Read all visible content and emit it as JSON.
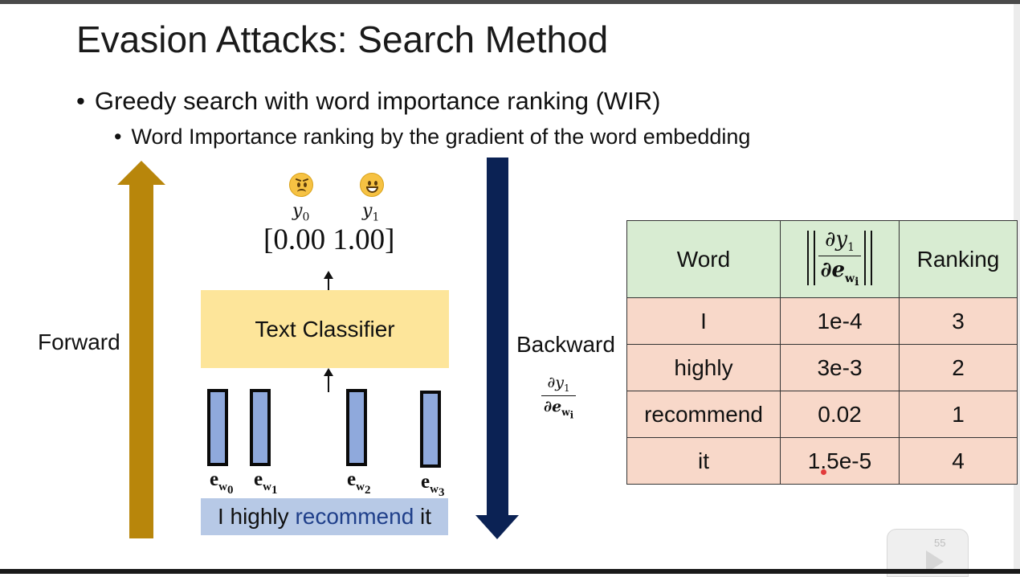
{
  "slide": {
    "title": "Evasion Attacks: Search Method",
    "bullet_1": "Greedy search with word importance ranking (WIR)",
    "bullet_2": "Word Importance ranking by the gradient of the word embedding",
    "bullet_symbol": "•",
    "page_number": "55"
  },
  "diagram": {
    "forward_label": "Forward",
    "backward_label": "Backward",
    "forward_arrow_color": "#b8860b",
    "backward_arrow_color": "#0b2254",
    "emoji_left": "angry-face",
    "emoji_right": "grinning-face",
    "y_label_left": "y",
    "y_sub_left": "0",
    "y_label_right": "y",
    "y_sub_right": "1",
    "probabilities": "[0.00 1.00]",
    "classifier_label": "Text Classifier",
    "embedding_labels": [
      {
        "base": "e",
        "sub": "w",
        "subsub": "0"
      },
      {
        "base": "e",
        "sub": "w",
        "subsub": "1"
      },
      {
        "base": "e",
        "sub": "w",
        "subsub": "2"
      },
      {
        "base": "e",
        "sub": "w",
        "subsub": "3"
      }
    ],
    "sentence_plain_1": "I highly ",
    "sentence_highlight": "recommend",
    "sentence_plain_2": " it",
    "gradient_numerator": "∂y",
    "gradient_numerator_sub": "1",
    "gradient_denominator": "∂e",
    "gradient_denominator_sub": "w",
    "gradient_denominator_subsub": "i"
  },
  "wir_table": {
    "header_word": "Word",
    "header_ranking": "Ranking",
    "header_norm_numerator": "∂y",
    "header_norm_numerator_sub": "1",
    "header_norm_denominator": "∂e",
    "header_norm_denominator_sub": "w",
    "header_norm_denominator_subsub": "i",
    "rows": [
      {
        "word": "I",
        "gradient": "1e-4",
        "ranking": "3"
      },
      {
        "word": "highly",
        "gradient": "3e-3",
        "ranking": "2"
      },
      {
        "word": "recommend",
        "gradient": "0.02",
        "ranking": "1"
      },
      {
        "word": "it",
        "gradient": "1.5e-5",
        "ranking": "4"
      }
    ],
    "header_color": "#d8ecd2",
    "row_color": "#f8d8c9"
  }
}
